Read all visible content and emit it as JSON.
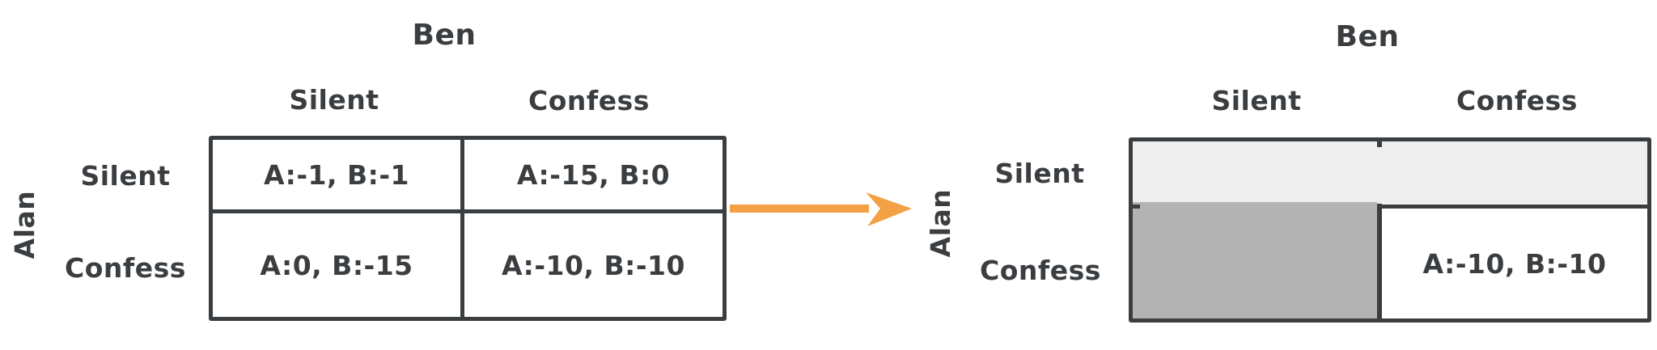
{
  "colors": {
    "ink": "#3b3e41",
    "row_shade": "#eeeeee",
    "cell_shade": "#b3b3b3",
    "arrow": "#f2a144",
    "bg": "#ffffff"
  },
  "left_matrix": {
    "col_player": "Ben",
    "row_player": "Alan",
    "col_headers": [
      "Silent",
      "Confess"
    ],
    "row_headers": [
      "Silent",
      "Confess"
    ],
    "cells": [
      [
        "A:-1, B:-1",
        "A:-15, B:0"
      ],
      [
        "A:0, B:-15",
        "A:-10, B:-10"
      ]
    ]
  },
  "right_matrix": {
    "col_player": "Ben",
    "row_player": "Alan",
    "col_headers": [
      "Silent",
      "Confess"
    ],
    "row_headers": [
      "Silent",
      "Confess"
    ],
    "cells": [
      [
        "",
        ""
      ],
      [
        "",
        "A:-10, B:-10"
      ]
    ]
  }
}
